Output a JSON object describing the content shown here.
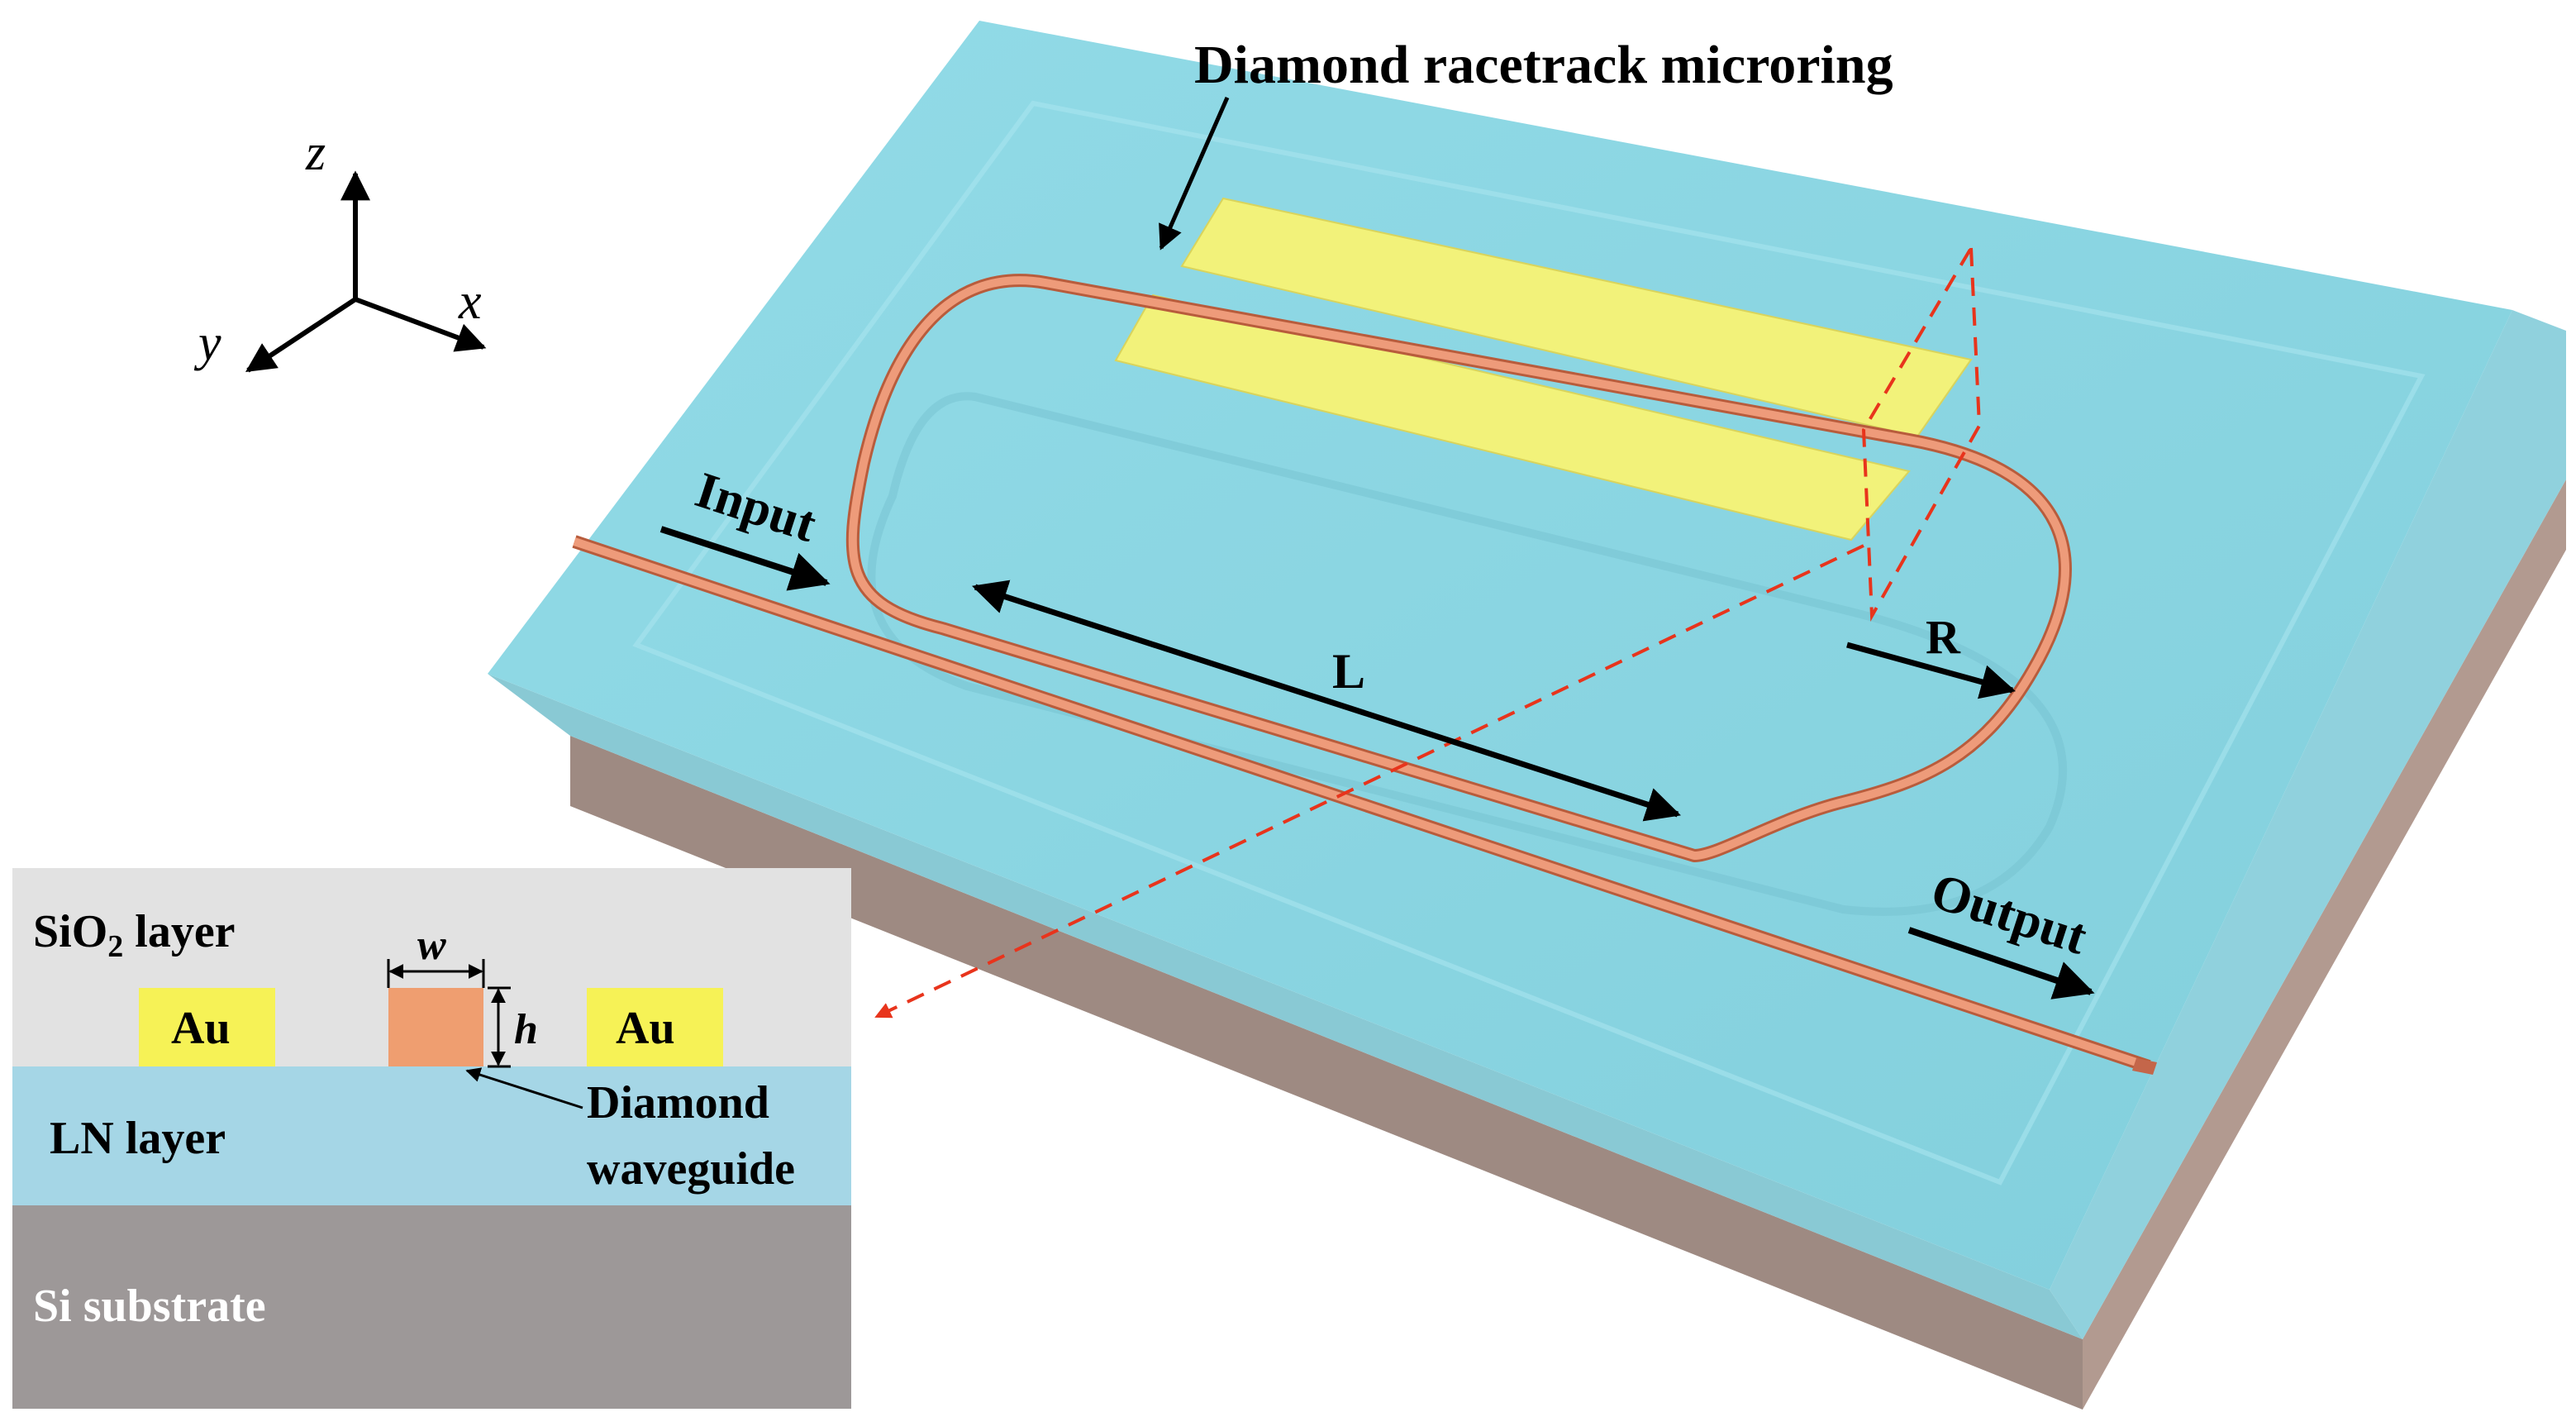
{
  "labels": {
    "microring": "Diamond racetrack microring",
    "input": "Input",
    "output": "Output",
    "length": "L",
    "radius": "R"
  },
  "axes": {
    "z": "z",
    "x": "x",
    "y": "y"
  },
  "cross_section": {
    "sio2_main": "SiO",
    "sio2_sub": "2",
    "sio2_rest": " layer",
    "au_left": "Au",
    "au_right": "Au",
    "width_symbol": "w",
    "height_symbol": "h",
    "diamond_line1": "Diamond",
    "diamond_line2": "waveguide",
    "ln_layer": "LN layer",
    "si_substrate": "Si substrate"
  },
  "colors": {
    "sio2_cladding": "#8fd8e4",
    "waveguide": "#ee9b7a",
    "gold_electrode": "#f2f27a",
    "si_substrate": "#9c8e88",
    "ln_layer": "#a5d6e6",
    "sio2_layer": "#e2e2e2",
    "si_layer": "#9d9898",
    "au_pad": "#f6f256",
    "diamond": "#ef9e70",
    "dashed_guide": "#e8341c"
  }
}
